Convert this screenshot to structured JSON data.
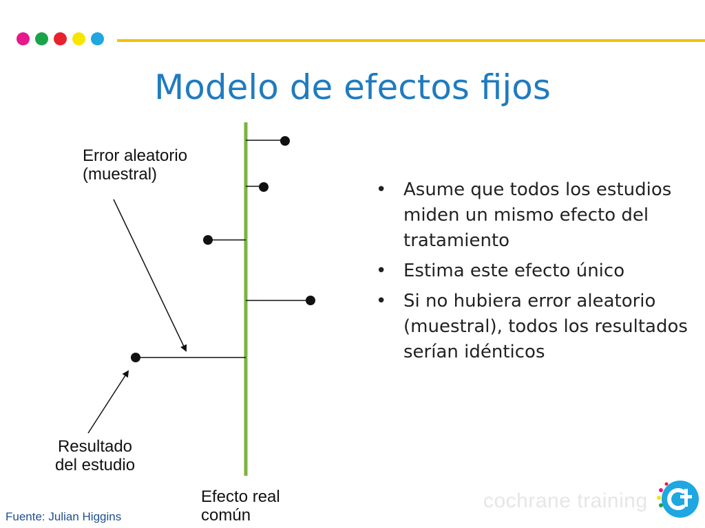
{
  "header": {
    "dot_colors": [
      "#e6188b",
      "#1aa34a",
      "#e8212e",
      "#f7e600",
      "#1ea7e1"
    ],
    "line_color": "#f2c100"
  },
  "title": "Modelo de efectos fijos",
  "diagram": {
    "line_color": "#7cb342",
    "labels": {
      "error": [
        "Error aleatorio",
        "(muestral)"
      ],
      "result": [
        "Resultado",
        "del estudio"
      ],
      "effect": [
        "Efecto real",
        "común"
      ]
    }
  },
  "bullets": [
    "Asume que todos los estudios miden un mismo efecto del tratamiento",
    "Estima este efecto único",
    "Si no hubiera error aleatorio (muestral), todos los resultados serían idénticos"
  ],
  "bullet_symbol": "•",
  "footer": {
    "source": "Fuente: Julian Higgins",
    "brand": "cochrane training",
    "logo_icon": "cochrane-training-logo-icon"
  }
}
